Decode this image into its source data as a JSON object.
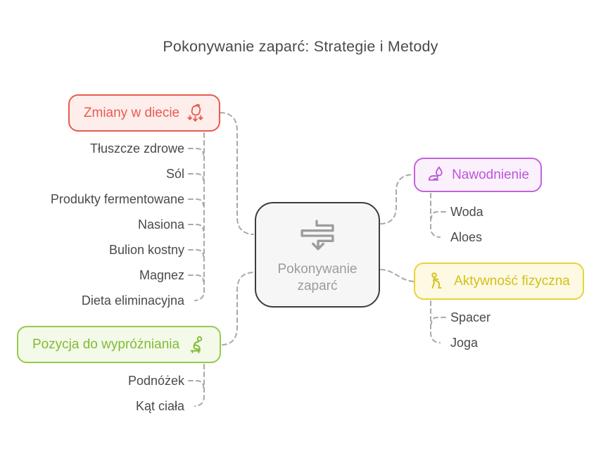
{
  "title": "Pokonywanie zaparć: Strategie i Metody",
  "center": {
    "label": "Pokonywanie zaparć",
    "icon": "intestine-transit-icon",
    "border_color": "#3d3d3d",
    "bg_color": "#f6f6f6",
    "text_color": "#9c9c9c"
  },
  "branches": [
    {
      "id": "diet",
      "label": "Zmiany w diecie",
      "icon": "apple-reduce-icon",
      "color": "#e95a4f",
      "bg": "#fdeeec",
      "items": [
        "Tłuszcze zdrowe",
        "Sól",
        "Produkty fermentowane",
        "Nasiona",
        "Bulion kostny",
        "Magnez",
        "Dieta eliminacyjna"
      ]
    },
    {
      "id": "hydration",
      "label": "Nawodnienie",
      "icon": "water-drop-hand-icon",
      "color": "#bd55d8",
      "bg": "#fbf1fd",
      "items": [
        "Woda",
        "Aloes"
      ]
    },
    {
      "id": "activity",
      "label": "Aktywność fizyczna",
      "icon": "walking-person-icon",
      "color": "#d2c01b",
      "bg": "#fdf9e2",
      "items": [
        "Spacer",
        "Joga"
      ]
    },
    {
      "id": "position",
      "label": "Pozycja do wypróżniania",
      "icon": "sitting-person-icon",
      "color": "#7fba35",
      "bg": "#f4fae9",
      "items": [
        "Podnóżek",
        "Kąt ciała"
      ]
    }
  ],
  "colors": {
    "background": "#ffffff",
    "title_text": "#4a4a4a",
    "item_text": "#4a4a4a",
    "connector": "#a9a9a9"
  }
}
